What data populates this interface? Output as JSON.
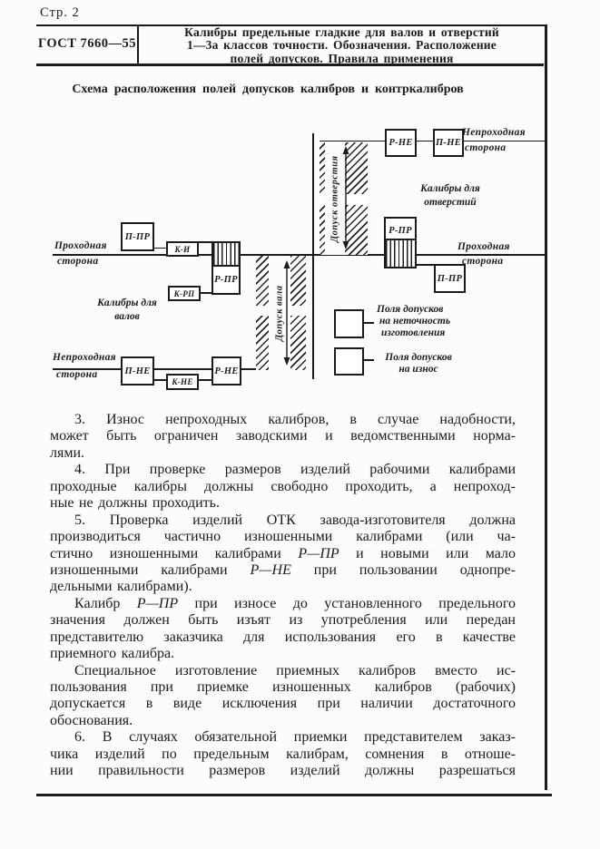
{
  "page": {
    "page_label": "Стр. 2"
  },
  "header": {
    "standard_number": "ГОСТ 7660—55",
    "title_lines": [
      "Калибры предельные гладкие для валов и отверстий",
      "1—3а классов точности. Обозначения. Расположение",
      "полей допусков. Правила применения"
    ]
  },
  "diagram": {
    "caption": "Схема расположения полей допусков калибров и контркалибров",
    "side_labels": {
      "pass_left": [
        "Проходная",
        "сторона"
      ],
      "nonpass_left": [
        "Непроходная",
        "сторона"
      ],
      "pass_right": [
        "Проходная",
        "сторона"
      ],
      "nonpass_right": [
        "Непроходная",
        "сторона"
      ]
    },
    "group_labels": {
      "shaft_gauges": [
        "Калибры для",
        "валов"
      ],
      "hole_gauges": [
        "Калибры для",
        "отверстий"
      ]
    },
    "tolerance_bars": {
      "shaft": "Допуск вала",
      "hole": "Допуск отверстия"
    },
    "gauge_boxes": {
      "p_pr_left": "П-ПР",
      "k_i": "К-И",
      "r_pr_left": "Р-ПР",
      "k_rp": "К-РП",
      "p_ne_left": "П-НЕ",
      "k_ne": "К-НЕ",
      "r_ne_left": "Р-НЕ",
      "r_ne_right": "Р-НЕ",
      "p_ne_right": "П-НЕ",
      "r_pr_right": "Р-ПР",
      "p_pr_right": "П-ПР"
    },
    "legend": [
      {
        "swatch": "plain",
        "lines": [
          "Поля допусков",
          "на неточность",
          "изготовления"
        ]
      },
      {
        "swatch": "striped",
        "lines": [
          "Поля допусков",
          "на износ"
        ]
      }
    ]
  },
  "body": {
    "italic_tokens": [
      "Р—ПР",
      "Р—НЕ"
    ],
    "paragraphs": [
      {
        "lines": [
          "3. Износ непроходных калибров, в случае надобности,",
          "может быть ограничен заводскими и ведомственными норма-",
          "лями."
        ]
      },
      {
        "lines": [
          "4. При проверке размеров изделий рабочими калибрами",
          "проходные калибры должны свободно проходить, а непроход-",
          "ные не должны проходить."
        ]
      },
      {
        "lines": [
          "5. Проверка изделий ОТК завода-изготовителя должна",
          "производиться частично изношенными калибрами (или ча-",
          "стично изношенными калибрами Р—ПР и новыми или мало",
          "изношенными калибрами Р—НЕ при пользовании однопре-",
          "дельными калибрами)."
        ]
      },
      {
        "lines": [
          "Калибр Р—ПР при износе до установленного предельного",
          "значения должен быть изъят из употребления или передан",
          "представителю заказчика для использования его в качестве",
          "приемного калибра."
        ]
      },
      {
        "lines": [
          "Специальное изготовление приемных калибров вместо ис-",
          "пользования при приемке изношенных калибров (рабочих)",
          "допускается в виде исключения при наличии достаточного",
          "обоснования."
        ]
      },
      {
        "justify_last": true,
        "lines": [
          "6. В случаях обязательной приемки представителем заказ-",
          "чика изделий по предельным калибрам, сомнения в отноше-",
          "нии правильности размеров изделий должны разрешаться"
        ]
      }
    ]
  }
}
